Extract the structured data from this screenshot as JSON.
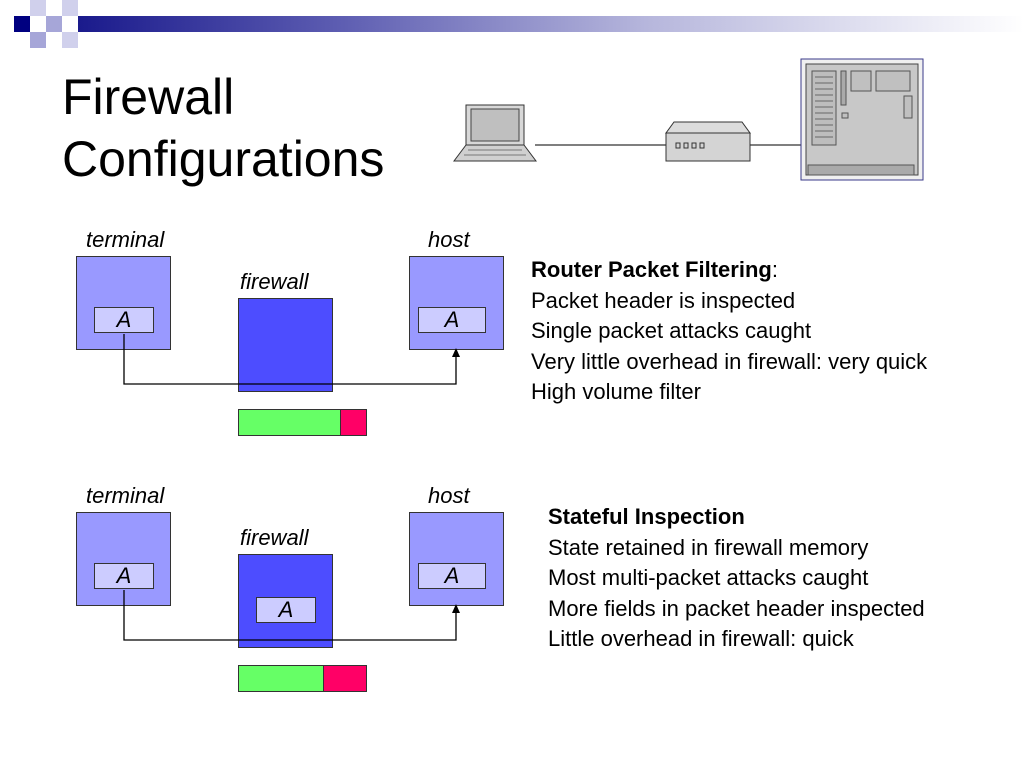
{
  "slide": {
    "title_lines": [
      "Firewall",
      "Configurations"
    ]
  },
  "diagrams": [
    {
      "terminal_label": "terminal",
      "host_label": "host",
      "firewall_label": "firewall",
      "terminal_app": "A",
      "host_app": "A",
      "firewall_app": null,
      "overhead_fraction": 0.8,
      "description": {
        "title": "Router Packet Filtering",
        "title_suffix": ":",
        "lines": [
          "Packet header is inspected",
          "Single packet attacks caught",
          "Very little overhead in firewall: very quick",
          "High volume filter"
        ]
      }
    },
    {
      "terminal_label": "terminal",
      "host_label": "host",
      "firewall_label": "firewall",
      "terminal_app": "A",
      "host_app": "A",
      "firewall_app": "A",
      "overhead_fraction": 0.67,
      "description": {
        "title": "Stateful Inspection",
        "title_suffix": "",
        "lines": [
          "State retained in firewall memory",
          "Most multi-packet attacks caught",
          "More fields in packet header inspected",
          "Little overhead in firewall: quick"
        ]
      }
    }
  ],
  "colors": {
    "node_fill": "#9999ff",
    "firewall_fill": "#4d4dff",
    "app_fill": "#ccccff",
    "gauge_pass": "#66ff66",
    "gauge_overhead": "#ff0066",
    "header_navy": "#000080"
  },
  "icons": [
    "laptop-icon",
    "router-icon",
    "server-icon"
  ]
}
